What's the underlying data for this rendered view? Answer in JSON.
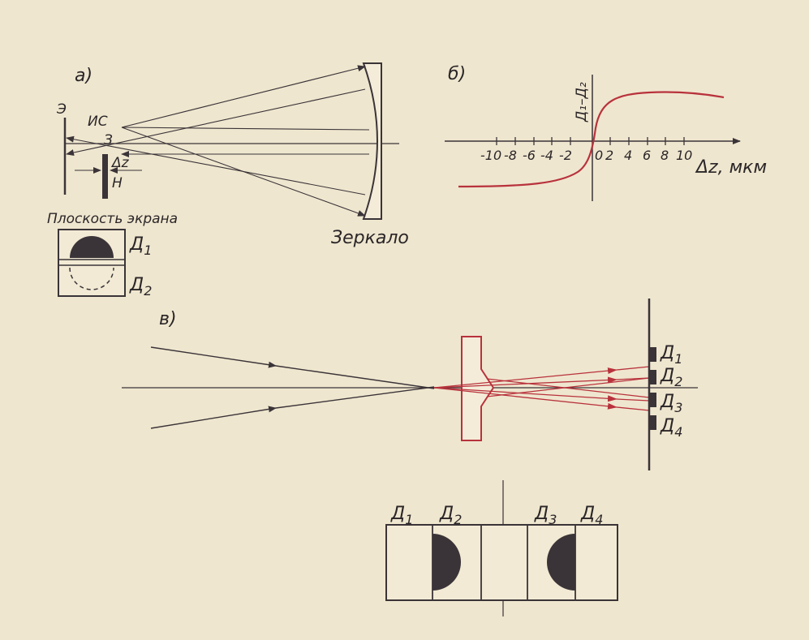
{
  "panel_a": {
    "label": "а)",
    "screen_label": "Э",
    "source_label": "ИС",
    "slit_label": "З",
    "dz_label": "Δz",
    "h_label": "Н",
    "mirror_label": "Зеркало",
    "screen_plane_label": "Плоскость экрана",
    "d1_label": "Д",
    "d1_sub": "1",
    "d2_label": "Д",
    "d2_sub": "2"
  },
  "panel_b": {
    "label": "б)",
    "y_axis_label": "Д₁–Д₂",
    "x_axis_label": "Δz, мкм",
    "ticks_negative": [
      "-10",
      "-8",
      "-6",
      "-4",
      "-2"
    ],
    "ticks_positive": [
      "0",
      "2",
      "4",
      "6",
      "8",
      "10"
    ]
  },
  "panel_v": {
    "label": "в)",
    "detectors": [
      {
        "label": "Д",
        "sub": "1"
      },
      {
        "label": "Д",
        "sub": "2"
      },
      {
        "label": "Д",
        "sub": "3"
      },
      {
        "label": "Д",
        "sub": "4"
      }
    ]
  },
  "colors": {
    "ink": "#3a3438",
    "red": "#b8323c",
    "paper": "#efe6cf"
  }
}
